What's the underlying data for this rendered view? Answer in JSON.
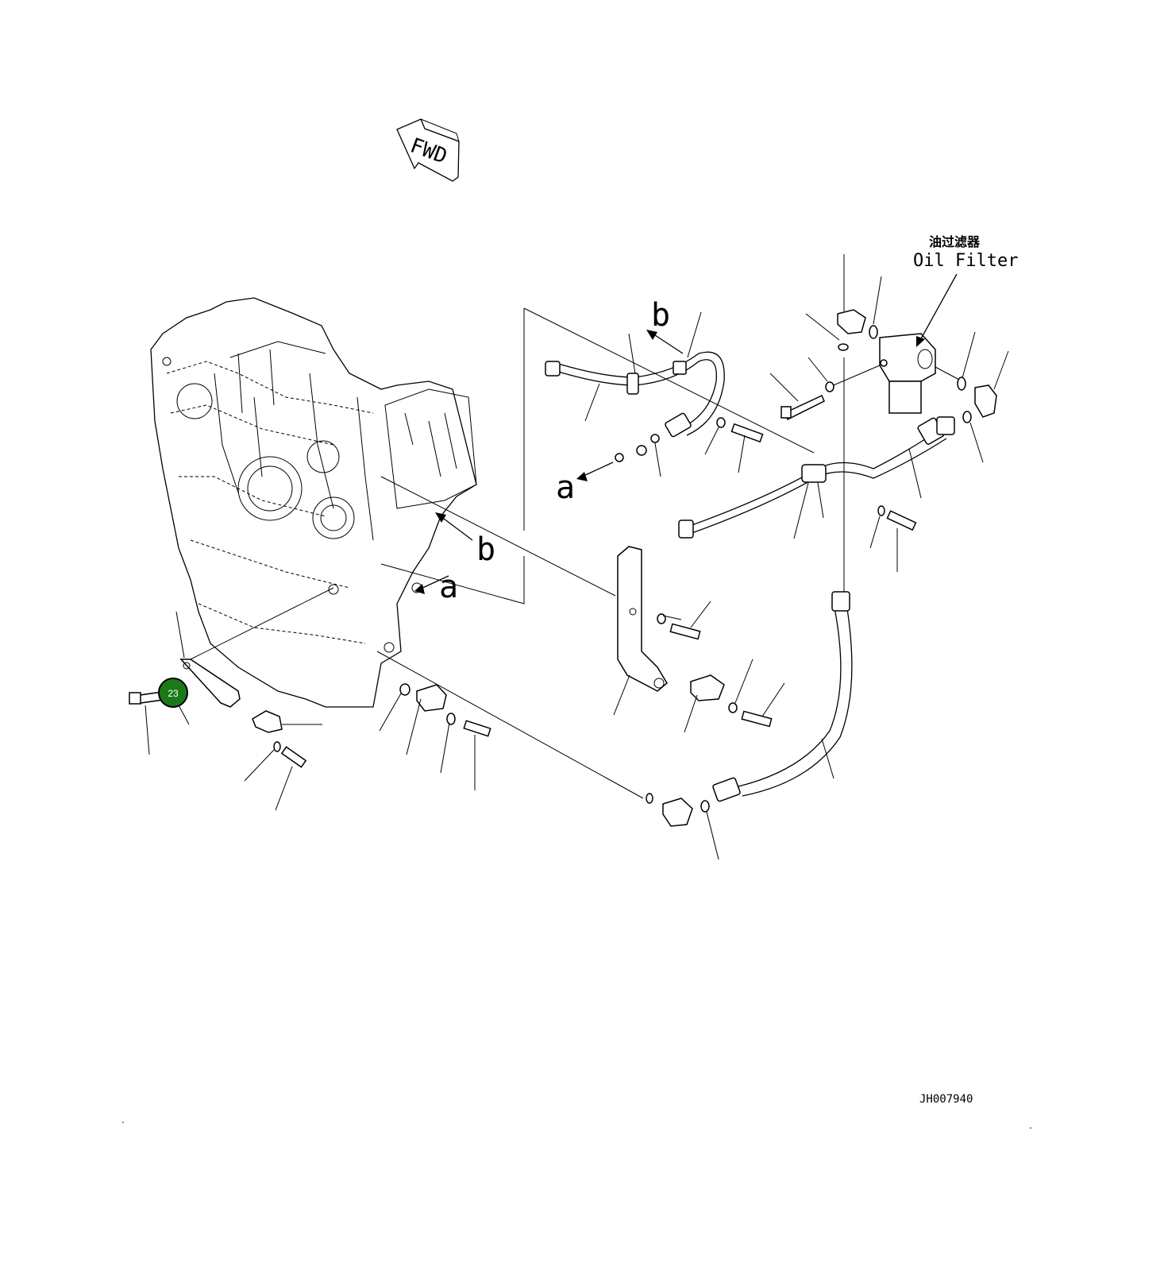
{
  "diagram": {
    "fwd_label": "FWD",
    "oil_filter_cn": "油过滤器",
    "oil_filter_en": "Oil Filter",
    "ref_a": "a",
    "ref_b": "b",
    "drawing_id": "JH007940",
    "callout_badge": {
      "number": "23",
      "color": "#1a7a1a"
    }
  }
}
